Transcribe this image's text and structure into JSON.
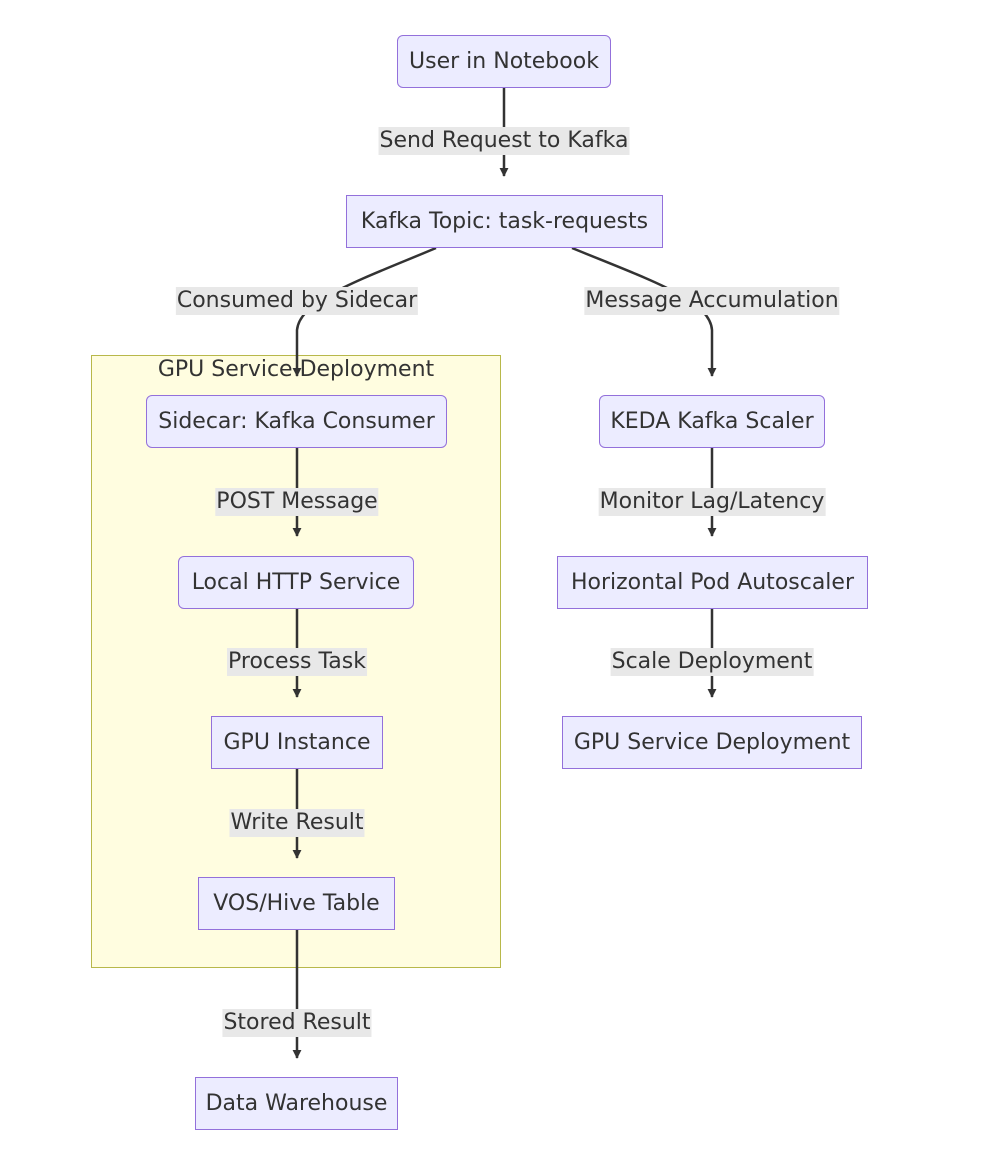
{
  "colors": {
    "node_fill": "#ececff",
    "node_stroke": "#9370db",
    "cluster_fill": "#fffde0",
    "cluster_stroke": "#b8b84a",
    "edge": "#333333",
    "edge_label_bg": "#e8e8e8"
  },
  "cluster": {
    "title": "GPU Service Deployment"
  },
  "nodes": {
    "user_notebook": "User in Notebook",
    "kafka_topic": "Kafka Topic: task-requests",
    "sidecar": "Sidecar: Kafka Consumer",
    "keda": "KEDA Kafka Scaler",
    "local_http": "Local HTTP Service",
    "hpa": "Horizontal Pod Autoscaler",
    "gpu_instance": "GPU Instance",
    "gpu_service_deployment": "GPU Service Deployment",
    "vos_hive": "VOS/Hive Table",
    "data_warehouse": "Data Warehouse"
  },
  "edges": {
    "send_request": "Send Request to Kafka",
    "consumed_by_sidecar": "Consumed by Sidecar",
    "message_accumulation": "Message Accumulation",
    "post_message": "POST Message",
    "monitor_lag": "Monitor Lag/Latency",
    "process_task": "Process Task",
    "scale_deployment": "Scale Deployment",
    "write_result": "Write Result",
    "stored_result": "Stored Result"
  }
}
